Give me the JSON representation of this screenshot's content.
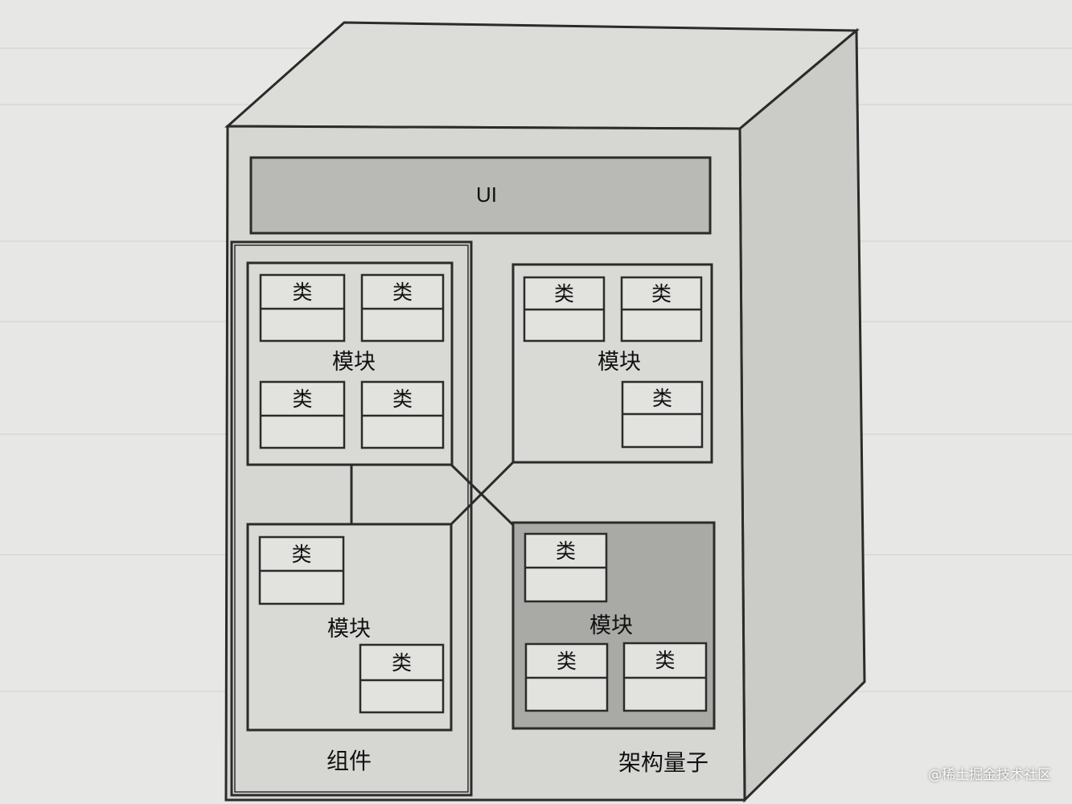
{
  "diagram": {
    "ui_label": "UI",
    "class_label": "类",
    "module_label": "模块",
    "component_label": "组件",
    "quantum_label": "架构量子"
  },
  "watermark": "@稀土掘金技术社区",
  "colors": {
    "page": "#e7e7e5",
    "box_front": "#d6d6d3",
    "box_top": "#dcdcd9",
    "box_side": "#cbcbc8",
    "ui_bar": "#b9b9b6",
    "module_light": "#d9d9d6",
    "module_dark": "#a9a9a6",
    "stroke": "#2b2b2b"
  }
}
